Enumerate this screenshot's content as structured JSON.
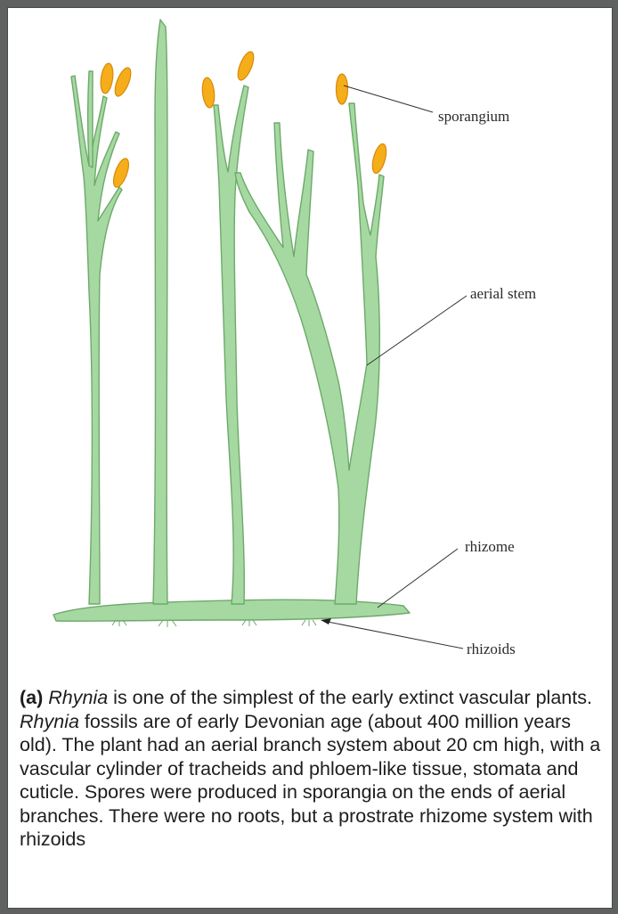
{
  "figure": {
    "labels": {
      "sporangium": "sporangium",
      "aerial_stem": "aerial stem",
      "rhizome": "rhizome",
      "rhizoids": "rhizoids"
    },
    "colors": {
      "stem_fill": "#a6d9a2",
      "stem_outline": "#6da96a",
      "sporangium_fill": "#f6ad1a",
      "sporangium_outline": "#d58a0a",
      "background": "#5f6160",
      "panel": "#ffffff"
    }
  },
  "caption": {
    "prefix": "(a)",
    "parts": [
      {
        "text": "Rhynia",
        "italic": true
      },
      {
        "text": " is one of the simplest of the early extinct vascular plants. ",
        "italic": false
      },
      {
        "text": "Rhynia",
        "italic": true
      },
      {
        "text": " fossils are of early Devonian age (about 400 million years old). The plant had an aerial branch system about 20 cm high, with a vascular cylinder of tracheids and phloem-like tissue, stomata and cuticle. Spores were produced in sporangia on the ends of aerial branches. There were no roots, but a prostrate rhizome system with rhizoids",
        "italic": false
      }
    ]
  }
}
